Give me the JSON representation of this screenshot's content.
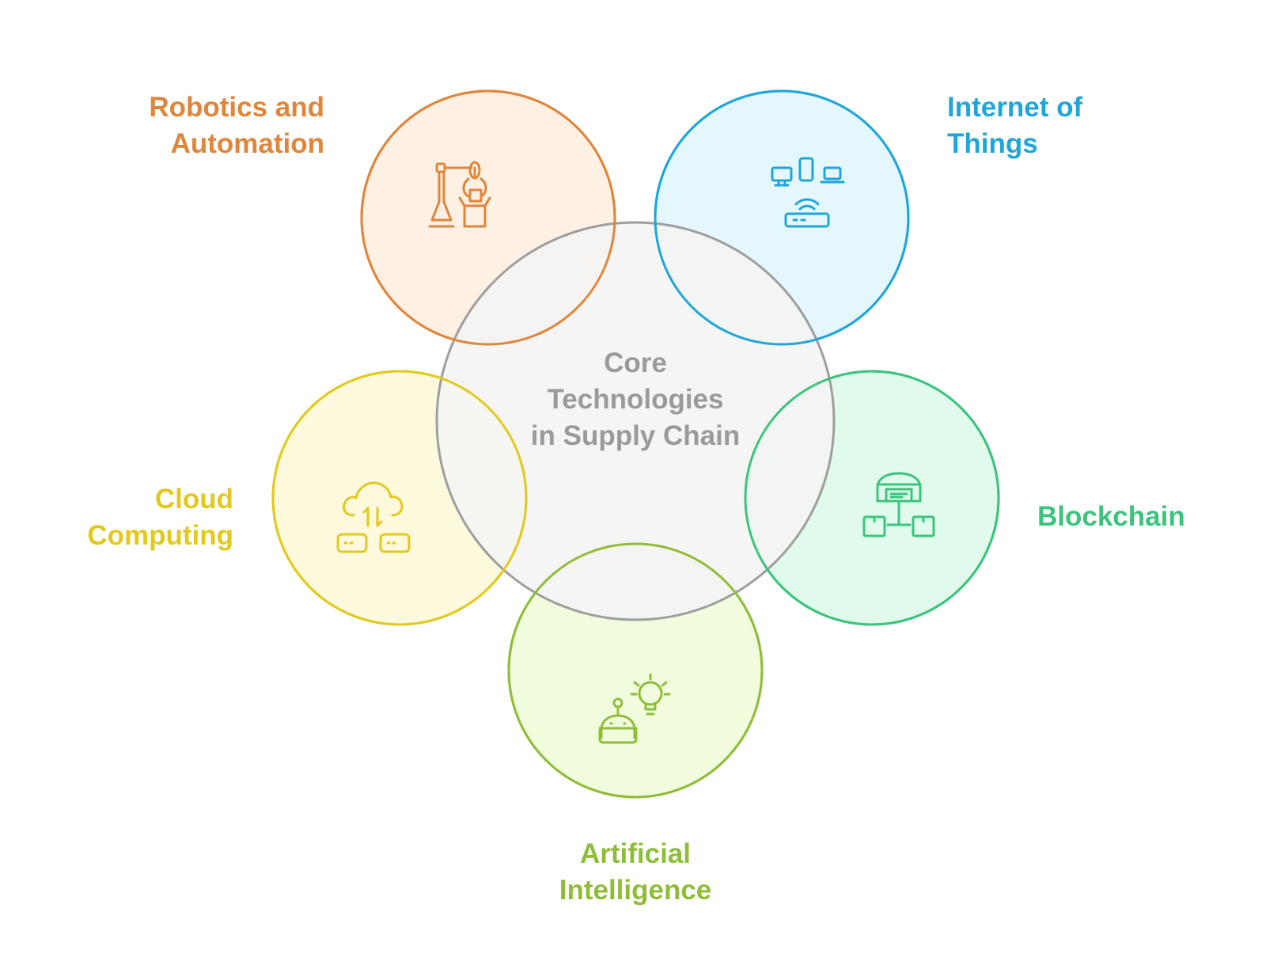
{
  "center": {
    "title_lines": [
      "Core",
      "Technologies",
      "in Supply Chain"
    ],
    "color": "#9a9a9a",
    "fill": "#f4f4f4",
    "stroke": "#9e9e9e"
  },
  "nodes": [
    {
      "id": "robotics",
      "label_lines": [
        "Robotics and",
        "Automation"
      ],
      "color": "#e0863a",
      "fill": "#fff0e4",
      "icon": "robotic-arm-icon"
    },
    {
      "id": "iot",
      "label_lines": [
        "Internet of",
        "Things"
      ],
      "color": "#1fa6d8",
      "fill": "#e4f7fd",
      "icon": "connected-devices-icon"
    },
    {
      "id": "blockchain",
      "label_lines": [
        "Blockchain"
      ],
      "color": "#3cc47c",
      "fill": "#e0fbec",
      "icon": "warehouse-network-icon"
    },
    {
      "id": "ai",
      "label_lines": [
        "Artificial",
        "Intelligence"
      ],
      "color": "#8fbd3a",
      "fill": "#f1fcdc",
      "icon": "robot-lightbulb-icon"
    },
    {
      "id": "cloud",
      "label_lines": [
        "Cloud",
        "Computing"
      ],
      "color": "#e2c91c",
      "fill": "#fdf9dc",
      "icon": "cloud-servers-icon"
    }
  ]
}
